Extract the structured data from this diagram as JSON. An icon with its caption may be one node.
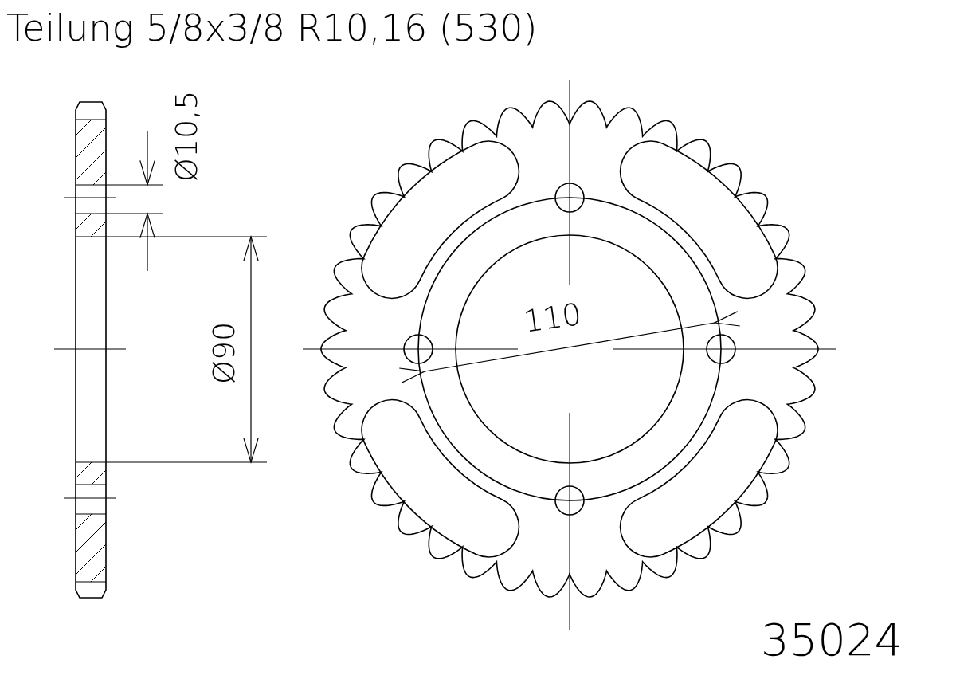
{
  "diagram": {
    "title": "Teilung 5/8x3/8 R10,16 (530)",
    "labels": [
      "Ø10,5",
      "Ø90",
      "110",
      "35024"
    ]
  }
}
